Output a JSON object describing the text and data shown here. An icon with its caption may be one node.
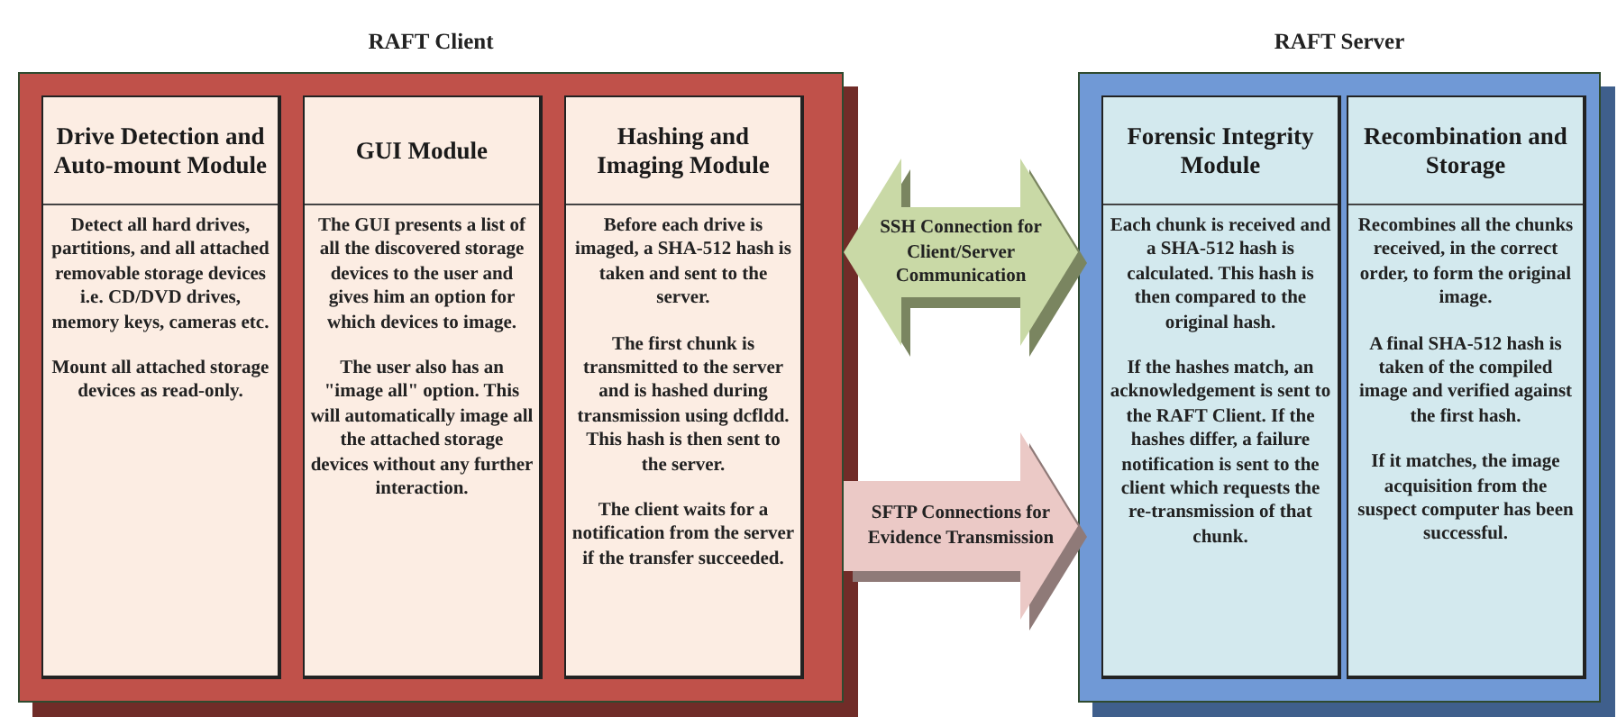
{
  "diagram": {
    "nodes": [
      {
        "text": [
          "RAFT Client"
        ]
      },
      {
        "text": [
          "Drive Detection and Auto-mount Module",
          "Detect all hard drives, partitions, and all attached removable storage devices i.e. CD/DVD drives, memory keys, cameras etc.",
          "Mount all attached storage devices as read-only."
        ],
        "in": 0
      },
      {
        "text": [
          "GUI Module",
          "The GUI presents a list of all the discovered storage devices to the user and gives him an option for which devices to image.",
          "The user also has an \"image all\" option. This will automatically image all the attached storage devices without any further interaction."
        ],
        "in": 0
      },
      {
        "text": [
          "Hashing and Imaging Module",
          "Before each drive is imaged, a SHA-512 hash is taken and sent to the server.",
          "The first chunk is transmitted to the server and is hashed during transmission using dcfldd. This hash is then sent to the server.",
          "The client waits for a notification from the server if the transfer succeeded."
        ],
        "in": 0
      },
      {
        "text": [
          "RAFT Server"
        ]
      },
      {
        "text": [
          "Forensic Integrity Module",
          "Each chunk is received and a SHA-512 hash is calculated. This hash is then compared to the original hash.",
          "If the hashes match, an acknowledgement is sent to the RAFT Client. If the hashes differ, a failure notification is sent to the client which requests the re-transmission of that chunk."
        ],
        "in": 4
      },
      {
        "text": [
          "Recombination and Storage",
          "Recombines all the chunks received, in the correct order, to form the original image.",
          "A final SHA-512 hash is taken of the compiled image and verified against the first hash.",
          "If it matches, the image acquisition from the suspect computer has been successful."
        ],
        "in": 4
      }
    ],
    "edges": [
      {
        "from": 0,
        "to": 4,
        "arrow": "both",
        "label": "SSH Connection for Client/Server Communication",
        "color": "#c9d9a6"
      },
      {
        "from": 0,
        "to": 4,
        "arrow": "to",
        "label": "SFTP Connections for Evidence Transmission",
        "color": "#ebc9c6"
      }
    ]
  }
}
